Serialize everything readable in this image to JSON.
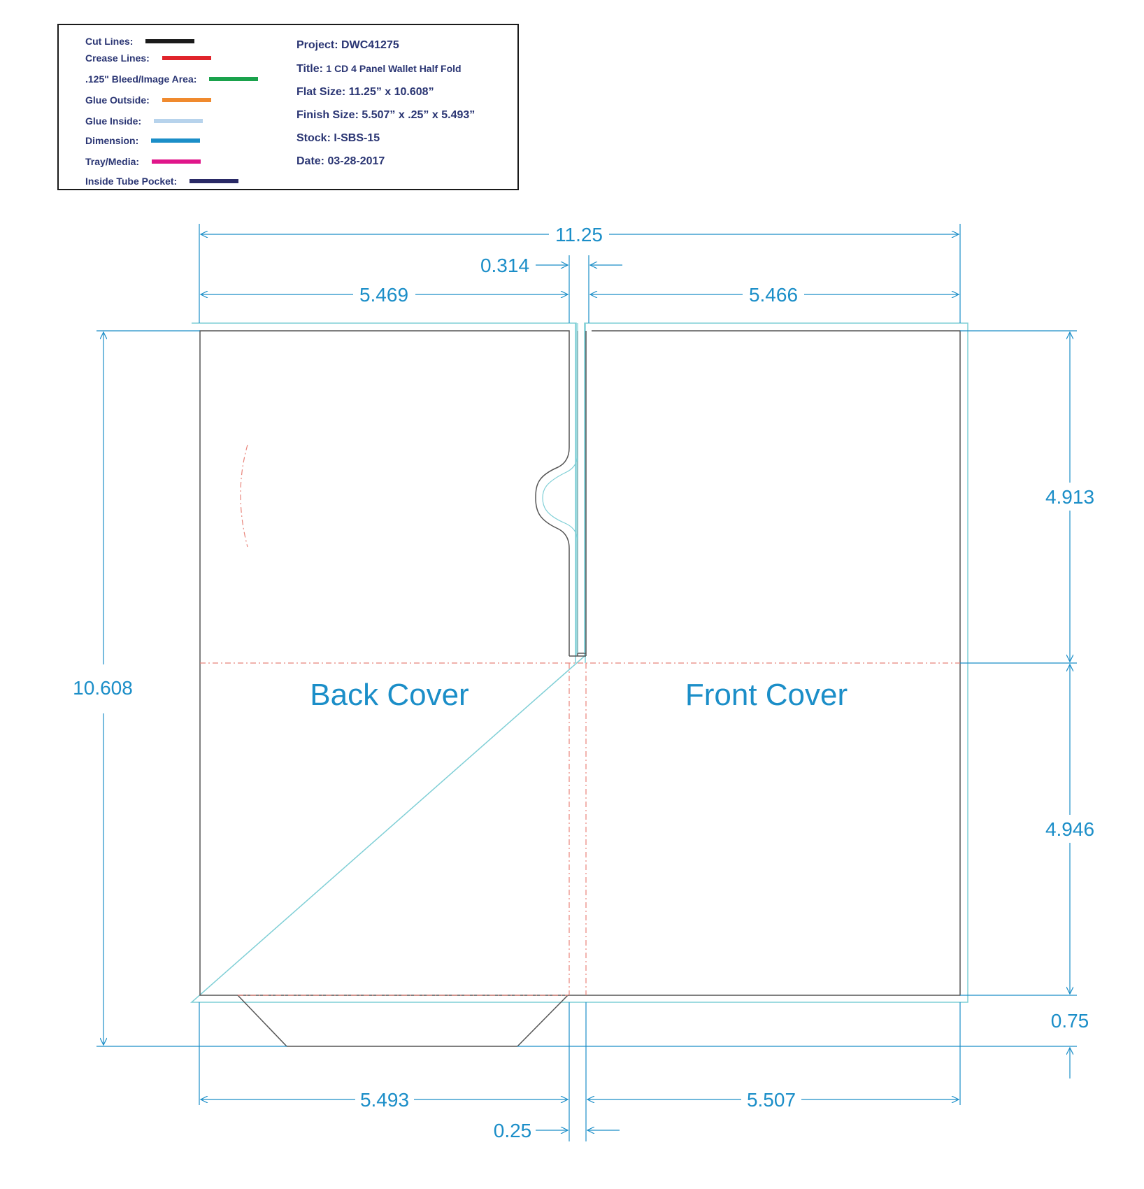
{
  "legend": {
    "items": [
      {
        "label": "Cut Lines:",
        "color": "#1a1a1a"
      },
      {
        "label": "Crease Lines:",
        "color": "#e0242b"
      },
      {
        "label": ".125\" Bleed/Image Area:",
        "color": "#1aa24c"
      },
      {
        "label": "Glue Outside:",
        "color": "#f08a2e"
      },
      {
        "label": "Glue Inside:",
        "color": "#b7d3ec"
      },
      {
        "label": "Dimension:",
        "color": "#1b8ec8"
      },
      {
        "label": "Tray/Media:",
        "color": "#e0168a"
      },
      {
        "label": "Inside Tube Pocket:",
        "color": "#2a2a66"
      }
    ]
  },
  "project_info": {
    "project_label": "Project:",
    "project_value": "DWC41275",
    "title_label": "Title:",
    "title_value": "1 CD 4 Panel Wallet Half Fold",
    "flat_label": "Flat Size:",
    "flat_value": "11.25” x 10.608”",
    "finish_label": "Finish Size:",
    "finish_value": "5.507” x .25” x 5.493”",
    "stock_label": "Stock:",
    "stock_value": "I-SBS-15",
    "date_label": "Date:",
    "date_value": "03-28-2017"
  },
  "panels": {
    "back_cover": "Back Cover",
    "front_cover": "Front Cover"
  },
  "dimensions": {
    "total_width": "11.25",
    "spine_top": "0.314",
    "left_top_width": "5.469",
    "right_top_width": "5.466",
    "total_height": "10.608",
    "upper_height": "4.913",
    "lower_height": "4.946",
    "flap_height": "0.75",
    "left_bottom_width": "5.493",
    "right_bottom_width": "5.507",
    "spine_bottom": "0.25"
  },
  "colors": {
    "dimension": "#1b8ec8",
    "bleed": "#7fcfd6",
    "cut": "#555555",
    "crease": "#e8847a"
  }
}
